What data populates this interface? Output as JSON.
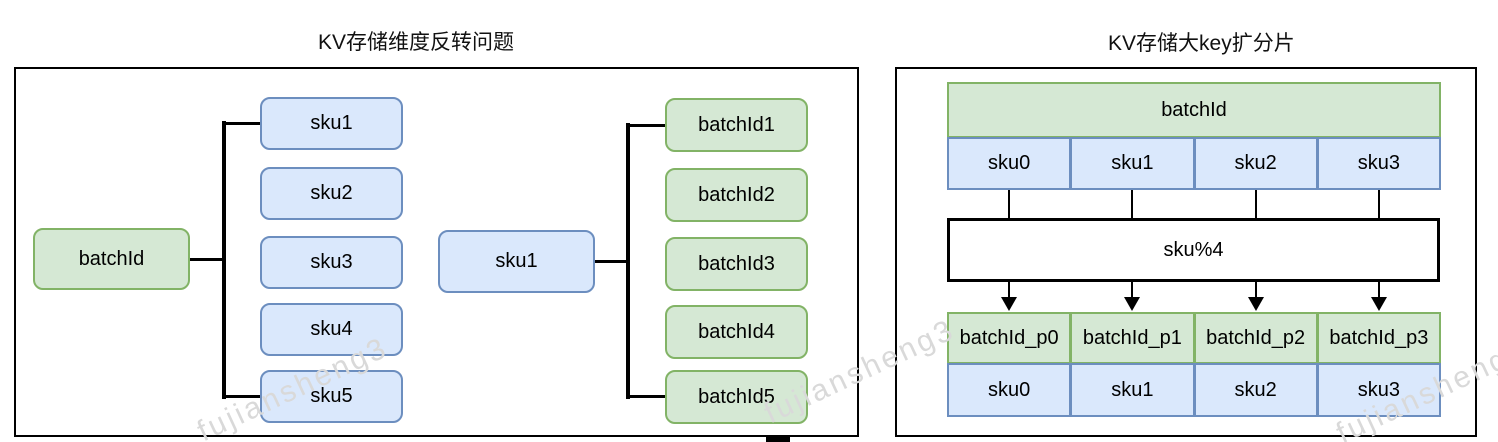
{
  "titles": {
    "left": "KV存储维度反转问题",
    "right": "KV存储大key扩分片"
  },
  "colors": {
    "green_fill": "#d5e8d4",
    "green_border": "#82b366",
    "blue_fill": "#dae8fc",
    "blue_border": "#6c8ebf",
    "line": "#000000",
    "watermark": "#d9d9d9"
  },
  "left_panel": {
    "group_a": {
      "root": "batchId",
      "children": [
        "sku1",
        "sku2",
        "sku3",
        "sku4",
        "sku5"
      ]
    },
    "group_b": {
      "root": "sku1",
      "children": [
        "batchId1",
        "batchId2",
        "batchId3",
        "batchId4",
        "batchId5"
      ]
    }
  },
  "right_panel": {
    "header": "batchId",
    "top_cells": [
      "sku0",
      "sku1",
      "sku2",
      "sku3"
    ],
    "map_box": "sku%4",
    "partition_cells": [
      "batchId_p0",
      "batchId_p1",
      "batchId_p2",
      "batchId_p3"
    ],
    "bottom_cells": [
      "sku0",
      "sku1",
      "sku2",
      "sku3"
    ]
  },
  "watermark": {
    "text": "fujiansheng3"
  }
}
